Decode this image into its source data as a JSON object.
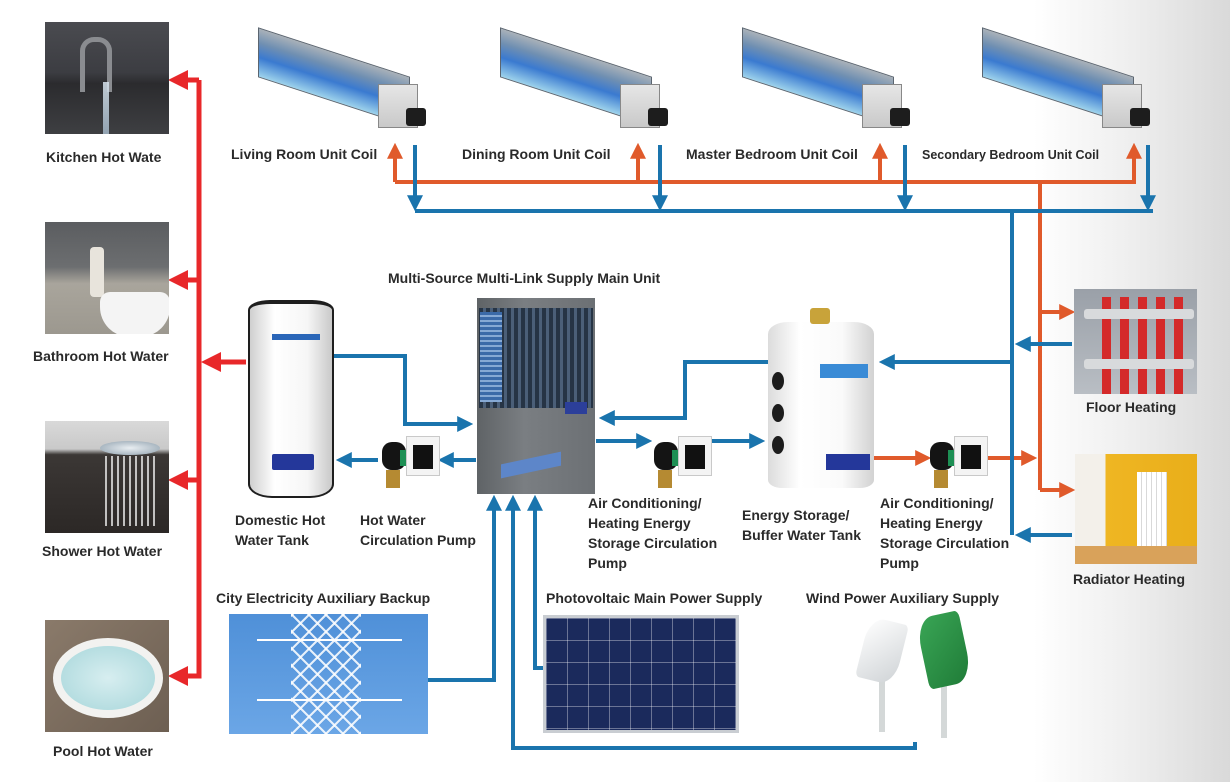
{
  "diagram": {
    "title": "Multi-Source Multi-Link Supply Main Unit",
    "colors": {
      "hot_water_supply": "#e8282a",
      "heating_supply": "#e05a2b",
      "return_and_power": "#1a74ad",
      "label_text": "#2a2a2a"
    },
    "hot_water_outlets": [
      {
        "label": "Kitchen Hot Wate",
        "image": "kitchen-faucet"
      },
      {
        "label": "Bathroom Hot Water",
        "image": "bathroom-faucet"
      },
      {
        "label": "Shower Hot Water",
        "image": "shower-head"
      },
      {
        "label": "Pool Hot Water",
        "image": "bathtub"
      }
    ],
    "unit_coils": [
      {
        "label": "Living Room Unit Coil"
      },
      {
        "label": "Dining Room Unit Coil"
      },
      {
        "label": "Master Bedroom Unit Coil"
      },
      {
        "label": "Secondary Bedroom Unit Coil"
      }
    ],
    "main_unit": {
      "label": "Multi-Source Multi-Link Supply Main Unit"
    },
    "domestic_tank": {
      "label": "Domestic Hot\nWater Tank"
    },
    "hot_water_pump": {
      "label": "Hot Water\nCirculation Pump"
    },
    "ac_pump_1": {
      "label": "Air Conditioning/\nHeating Energy\nStorage Circulation\nPump"
    },
    "buffer_tank": {
      "label": "Energy Storage/\nBuffer Water Tank"
    },
    "ac_pump_2": {
      "label": "Air Conditioning/\nHeating Energy\nStorage Circulation\nPump"
    },
    "heating_terminals": [
      {
        "label": "Floor Heating",
        "image": "floor-heating-manifold"
      },
      {
        "label": "Radiator Heating",
        "image": "radiator"
      }
    ],
    "power_sources": [
      {
        "label": "City Electricity Auxiliary Backup",
        "image": "power-tower"
      },
      {
        "label": "Photovoltaic Main Power Supply",
        "image": "solar-panel"
      },
      {
        "label": "Wind Power Auxiliary Supply",
        "image": "wind-turbines"
      }
    ]
  }
}
